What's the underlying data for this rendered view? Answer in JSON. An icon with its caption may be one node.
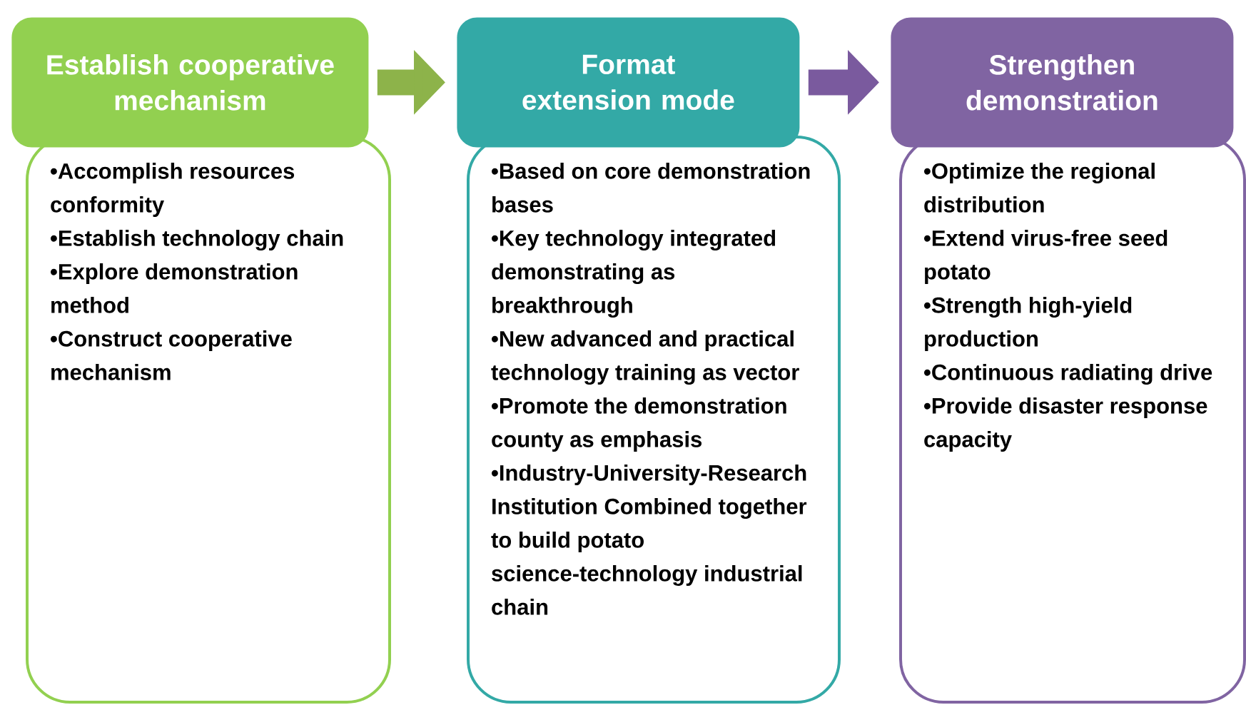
{
  "diagram": {
    "nodes": [
      {
        "text": [
          "Establish cooperative mechanism"
        ]
      },
      {
        "text": [
          "•Accomplish resources conformity",
          "•Establish technology chain",
          "•Explore demonstration method",
          "•Construct cooperative mechanism"
        ]
      },
      {
        "text": [
          "Format  extension mode"
        ]
      },
      {
        "text": [
          "•Based on core demonstration bases",
          "•Key technology integrated demonstrating as breakthrough",
          "•New advanced and practical technology training as vector",
          "•Promote the demonstration county as emphasis",
          "•Industry-University-Research Institution Combined together to build potato science-technology industrial chain"
        ]
      },
      {
        "text": [
          "Strengthen demonstration"
        ]
      },
      {
        "text": [
          "•Optimize the regional distribution",
          "•Extend virus-free seed potato",
          "•Strength high-yield production",
          "•Continuous radiating drive",
          "•Provide disaster response capacity"
        ]
      }
    ],
    "edges": [
      {
        "from": 0,
        "to": 2,
        "arrow": "to",
        "color": "#8db34a"
      },
      {
        "from": 2,
        "to": 4,
        "arrow": "to",
        "color": "#7a5a9e"
      }
    ]
  }
}
